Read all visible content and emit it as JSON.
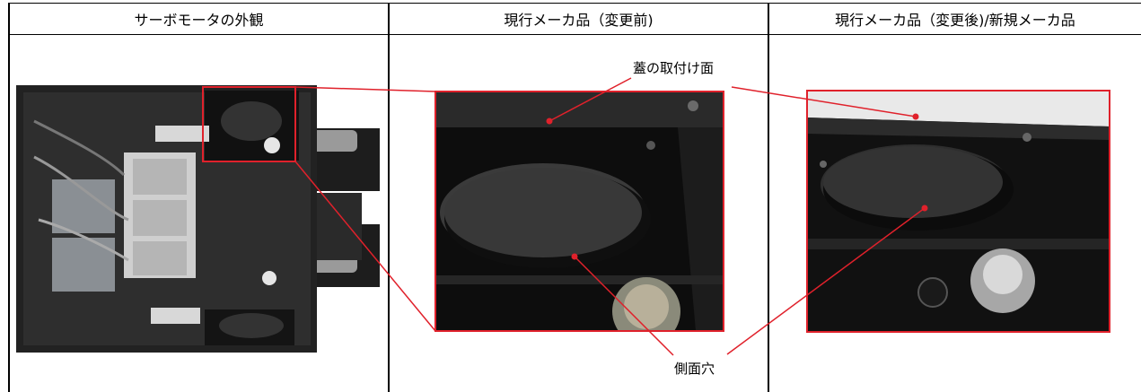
{
  "headers": {
    "col1": "サーボモータの外観",
    "col2": "現行メーカ品（変更前)",
    "col3": "現行メーカ品（変更後)/新規メーカ品"
  },
  "labels": {
    "lid_surface": "蓋の取付け面",
    "side_hole": "側面穴"
  },
  "colors": {
    "callout": "#e0212b",
    "border": "#000000"
  }
}
